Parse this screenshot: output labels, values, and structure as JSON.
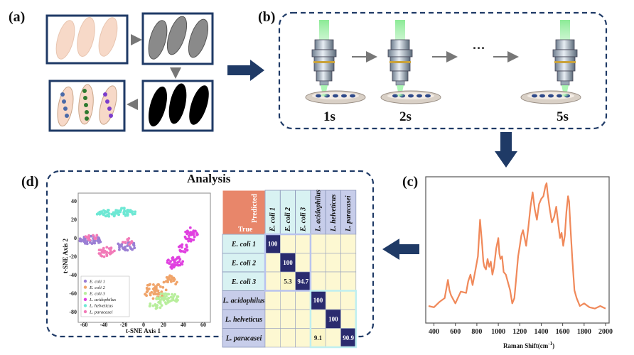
{
  "panels": {
    "a": "(a)",
    "b": "(b)",
    "c": "(c)",
    "d": "(d)"
  },
  "acquisition": {
    "times": [
      "1s",
      "2s",
      "5s"
    ],
    "ellipsis": "···"
  },
  "analysis_title": "Analysis",
  "raman": {
    "xlabel": "Raman Shift(cm",
    "xlabel_sup": "-1",
    "xlabel_end": ")",
    "xticks": [
      "400",
      "600",
      "800",
      "1000",
      "1200",
      "1400",
      "1600",
      "1800",
      "2000"
    ],
    "line_color": "#f0895a"
  },
  "tsne": {
    "xlabel": "t-SNE Axis 1",
    "ylabel": "t-SNE Axis 2",
    "xticks": [
      "-60",
      "-40",
      "-20",
      "0",
      "20",
      "40",
      "60"
    ],
    "yticks": [
      "40",
      "20",
      "0",
      "-20",
      "-40",
      "-60",
      "-80"
    ],
    "legend": [
      {
        "name": "E. coli 1",
        "color": "#9b7fd4"
      },
      {
        "name": "E. coli 2",
        "color": "#f0a46a"
      },
      {
        "name": "E. coli 3",
        "color": "#b8ee9c"
      },
      {
        "name": "L. acidophilus",
        "color": "#e040e0"
      },
      {
        "name": "L. helveticus",
        "color": "#6ee8d4"
      },
      {
        "name": "L. paracasei",
        "color": "#f27ab8"
      }
    ]
  },
  "confusion_matrix": {
    "corner_predicted": "Predicted",
    "corner_true": "True",
    "labels": [
      "E. coli 1",
      "E. coli 2",
      "E. coli 3",
      "L. acidophilus",
      "L. helveticus",
      "L. paracasei"
    ],
    "values": [
      [
        "100",
        "",
        "",
        "",
        "",
        ""
      ],
      [
        "",
        "100",
        "",
        "",
        "",
        ""
      ],
      [
        "",
        "5.3",
        "94.7",
        "",
        "",
        ""
      ],
      [
        "",
        "",
        "",
        "100",
        "",
        ""
      ],
      [
        "",
        "",
        "",
        "",
        "100",
        ""
      ],
      [
        "",
        "",
        "",
        "9.1",
        "",
        "90.9"
      ]
    ]
  },
  "chart_data": {
    "type": "line",
    "title": "",
    "xlabel": "Raman Shift(cm-1)",
    "ylabel": "",
    "xlim": [
      350,
      2000
    ],
    "x": [
      350,
      400,
      450,
      500,
      530,
      545,
      560,
      600,
      650,
      700,
      720,
      740,
      760,
      790,
      810,
      830,
      850,
      860,
      870,
      885,
      900,
      915,
      930,
      945,
      960,
      980,
      1000,
      1010,
      1020,
      1035,
      1050,
      1070,
      1090,
      1110,
      1130,
      1150,
      1170,
      1185,
      1200,
      1215,
      1230,
      1245,
      1260,
      1280,
      1300,
      1320,
      1340,
      1360,
      1380,
      1400,
      1420,
      1440,
      1450,
      1460,
      1480,
      1500,
      1520,
      1540,
      1560,
      1575,
      1590,
      1605,
      1620,
      1635,
      1650,
      1660,
      1670,
      1690,
      1710,
      1730,
      1760,
      1800,
      1850,
      1900,
      1950,
      2000
    ],
    "y": [
      0.06,
      0.05,
      0.09,
      0.12,
      0.26,
      0.18,
      0.14,
      0.08,
      0.17,
      0.16,
      0.25,
      0.3,
      0.22,
      0.35,
      0.44,
      0.72,
      0.52,
      0.4,
      0.36,
      0.34,
      0.42,
      0.36,
      0.4,
      0.3,
      0.36,
      0.5,
      0.58,
      0.46,
      0.42,
      0.44,
      0.32,
      0.3,
      0.24,
      0.18,
      0.08,
      0.12,
      0.3,
      0.44,
      0.52,
      0.6,
      0.64,
      0.58,
      0.52,
      0.66,
      0.82,
      0.93,
      0.8,
      0.72,
      0.84,
      0.88,
      0.9,
      0.98,
      1.0,
      0.92,
      0.8,
      0.7,
      0.74,
      0.82,
      0.68,
      0.58,
      0.62,
      0.52,
      0.6,
      0.78,
      0.9,
      0.86,
      0.7,
      0.42,
      0.18,
      0.12,
      0.06,
      0.08,
      0.05,
      0.04,
      0.06,
      0.04
    ]
  }
}
